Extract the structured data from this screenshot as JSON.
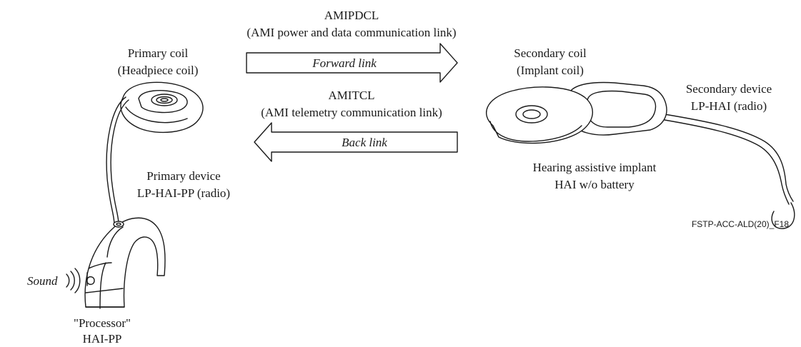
{
  "forward_link": {
    "title": "AMIPDCL",
    "subtitle": "(AMI power and data communication link)",
    "arrow_label": "Forward link"
  },
  "back_link": {
    "title": "AMITCL",
    "subtitle": "(AMI telemetry communication link)",
    "arrow_label": "Back link"
  },
  "primary_coil": {
    "line1": "Primary coil",
    "line2": "(Headpiece coil)"
  },
  "primary_device": {
    "line1": "Primary device",
    "line2": "LP-HAI-PP (radio)"
  },
  "processor": {
    "line1": "\"Processor\"",
    "line2": "HAI-PP",
    "sound_label": "Sound"
  },
  "secondary_coil": {
    "line1": "Secondary coil",
    "line2": "(Implant coil)"
  },
  "secondary_device": {
    "line1": "Secondary device",
    "line2": "LP-HAI (radio)"
  },
  "implant": {
    "line1": "Hearing assistive implant",
    "line2": "HAI w/o battery"
  },
  "figure_ref": "FSTP-ACC-ALD(20)_F18"
}
